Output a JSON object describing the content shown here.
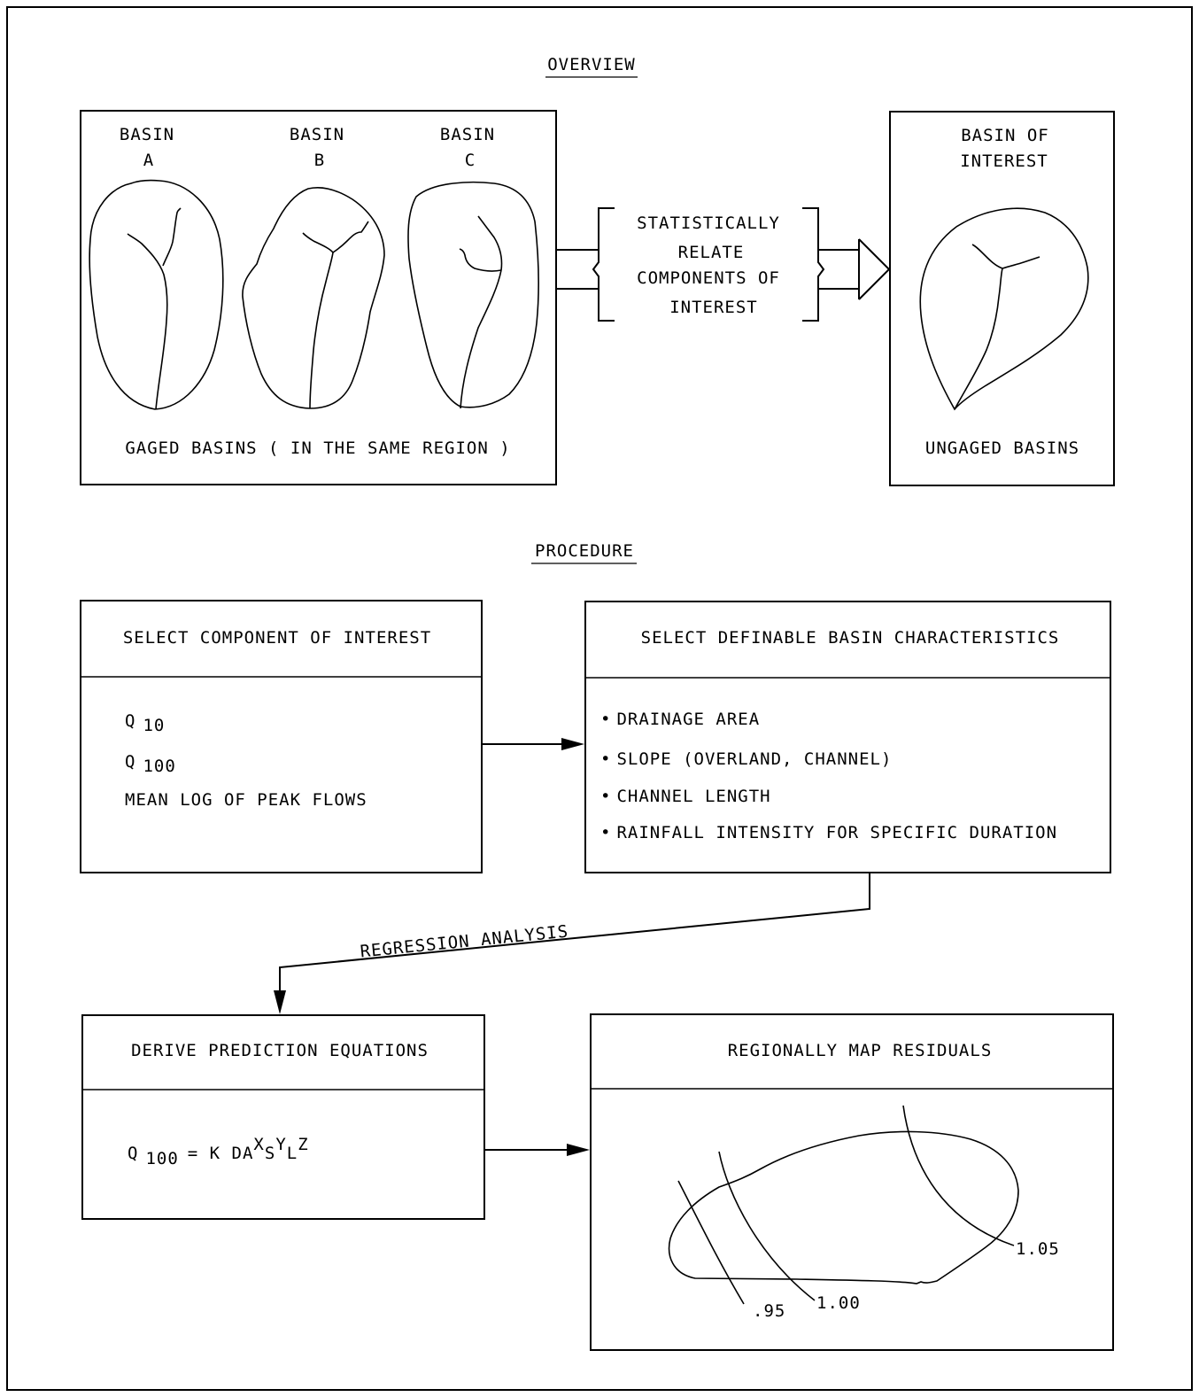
{
  "overview": {
    "title": "OVERVIEW",
    "gaged": {
      "basins": [
        {
          "line1": "BASIN",
          "line2": "A"
        },
        {
          "line1": "BASIN",
          "line2": "B"
        },
        {
          "line1": "BASIN",
          "line2": "C"
        }
      ],
      "caption": "GAGED BASINS ( IN THE SAME REGION )"
    },
    "relate": {
      "line1": "STATISTICALLY",
      "line2": "RELATE",
      "line3": "COMPONENTS OF",
      "line4": "INTEREST"
    },
    "ungaged": {
      "line1": "BASIN OF",
      "line2": "INTEREST",
      "caption": "UNGAGED BASINS"
    }
  },
  "procedure": {
    "title": "PROCEDURE",
    "component": {
      "header": "SELECT COMPONENT OF INTEREST",
      "items": [
        {
          "base": "Q",
          "sub": "10"
        },
        {
          "base": "Q",
          "sub": "100"
        },
        {
          "base": "MEAN LOG OF PEAK FLOWS",
          "sub": ""
        }
      ]
    },
    "characteristics": {
      "header": "SELECT DEFINABLE BASIN CHARACTERISTICS",
      "bullet": "•",
      "items": [
        "DRAINAGE AREA",
        "SLOPE (OVERLAND, CHANNEL)",
        "CHANNEL LENGTH",
        "RAINFALL INTENSITY FOR SPECIFIC DURATION"
      ]
    },
    "regression_label": "REGRESSION ANALYSIS",
    "equations": {
      "header": "DERIVE PREDICTION EQUATIONS",
      "q": "Q",
      "q_sub": "100",
      "eq": "= K DA",
      "exp_x": "X",
      "s": "S",
      "exp_y": "Y",
      "l": "L",
      "exp_z": "Z"
    },
    "residuals": {
      "header": "REGIONALLY MAP RESIDUALS",
      "contours": [
        ".95",
        "1.00",
        "1.05"
      ]
    }
  }
}
